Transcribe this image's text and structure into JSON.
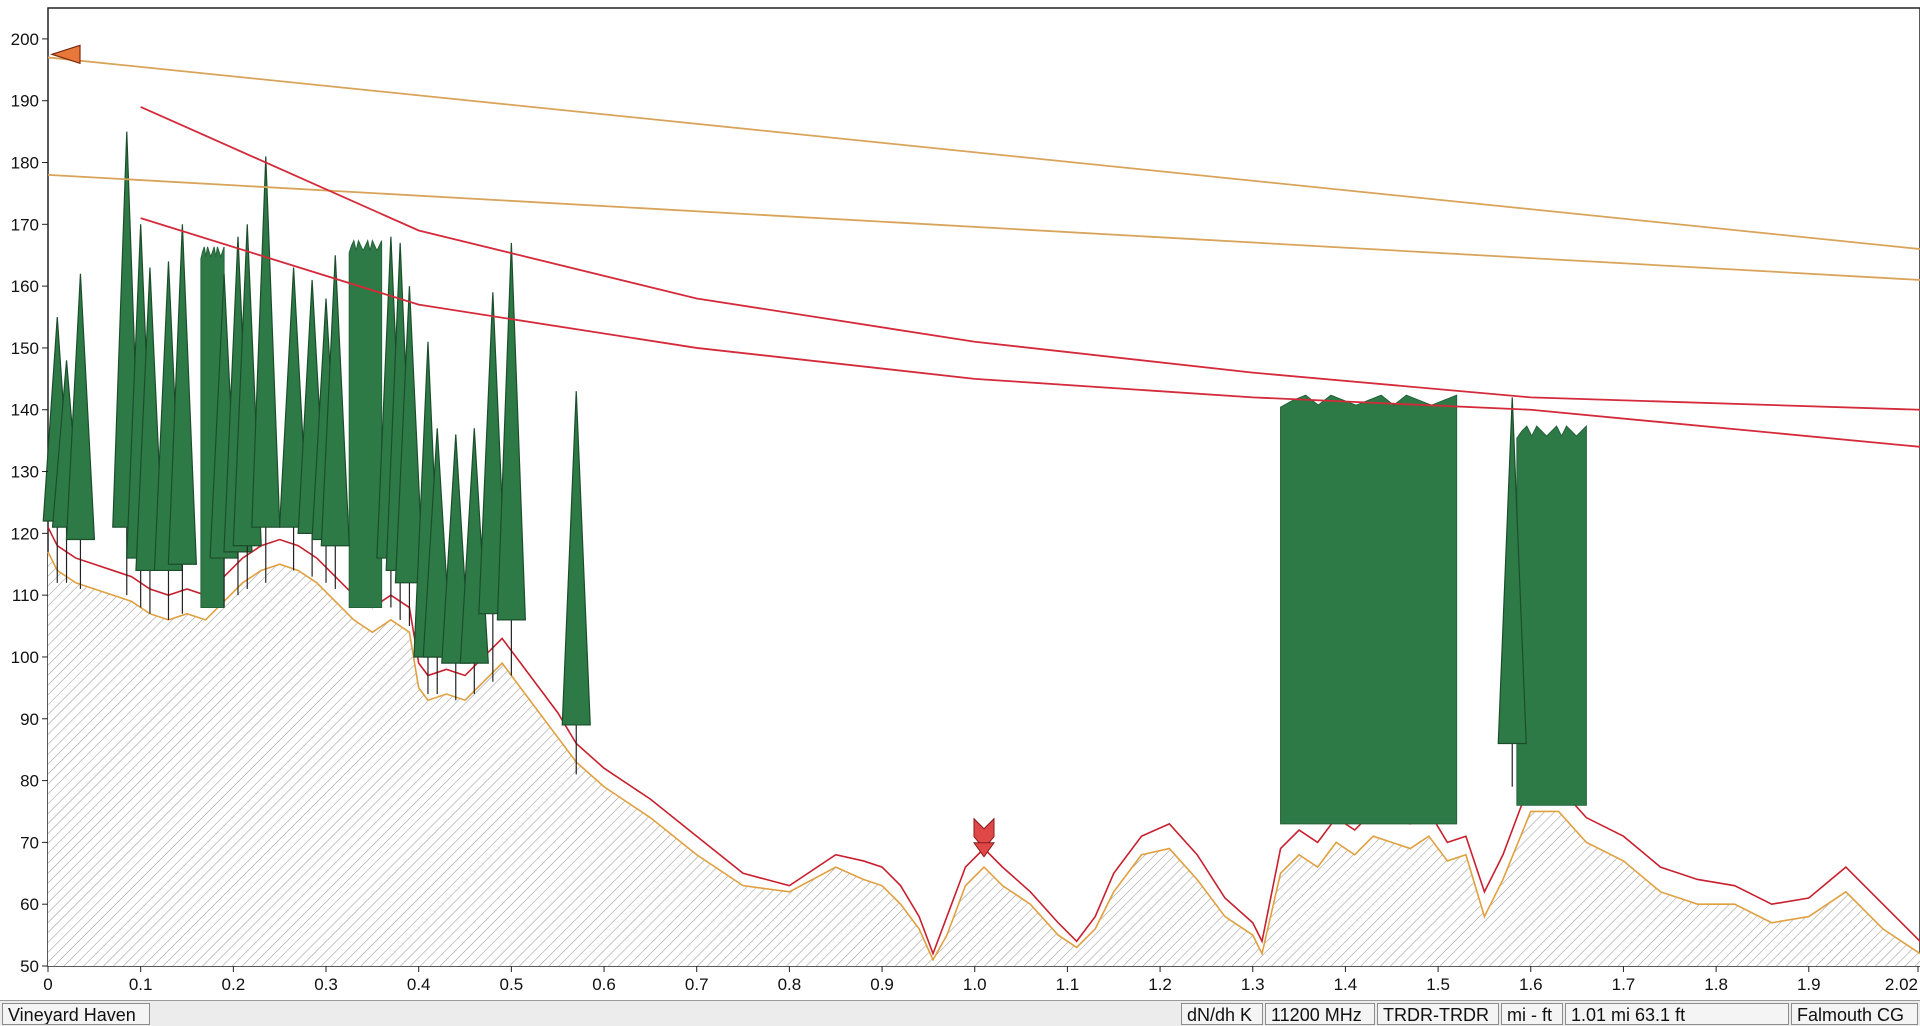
{
  "chart_data": {
    "type": "profile",
    "xlim": [
      0,
      2.02
    ],
    "ylim": [
      50,
      205
    ],
    "x_ticks": [
      "0",
      "0.1",
      "0.2",
      "0.3",
      "0.4",
      "0.5",
      "0.6",
      "0.7",
      "0.8",
      "0.9",
      "1.0",
      "1.1",
      "1.2",
      "1.3",
      "1.4",
      "1.5",
      "1.6",
      "1.7",
      "1.8",
      "1.9",
      "2.02"
    ],
    "y_ticks": [
      "50",
      "60",
      "70",
      "80",
      "90",
      "100",
      "110",
      "120",
      "130",
      "140",
      "150",
      "160",
      "170",
      "180",
      "190",
      "200"
    ],
    "x_tick_values": [
      0,
      0.1,
      0.2,
      0.3,
      0.4,
      0.5,
      0.6,
      0.7,
      0.8,
      0.9,
      1.0,
      1.1,
      1.2,
      1.3,
      1.4,
      1.5,
      1.6,
      1.7,
      1.8,
      1.9,
      2.02
    ],
    "y_tick_values": [
      50,
      60,
      70,
      80,
      90,
      100,
      110,
      120,
      130,
      140,
      150,
      160,
      170,
      180,
      190,
      200
    ],
    "terrain": {
      "x": [
        0,
        0.01,
        0.03,
        0.05,
        0.07,
        0.09,
        0.11,
        0.13,
        0.15,
        0.17,
        0.19,
        0.21,
        0.23,
        0.25,
        0.27,
        0.29,
        0.31,
        0.33,
        0.35,
        0.37,
        0.39,
        0.4,
        0.41,
        0.43,
        0.45,
        0.47,
        0.49,
        0.51,
        0.53,
        0.55,
        0.57,
        0.6,
        0.65,
        0.7,
        0.75,
        0.8,
        0.85,
        0.88,
        0.9,
        0.92,
        0.94,
        0.955,
        0.97,
        0.99,
        1.01,
        1.03,
        1.06,
        1.09,
        1.11,
        1.13,
        1.15,
        1.18,
        1.21,
        1.24,
        1.27,
        1.3,
        1.31,
        1.33,
        1.35,
        1.37,
        1.39,
        1.41,
        1.43,
        1.45,
        1.47,
        1.49,
        1.51,
        1.53,
        1.55,
        1.57,
        1.6,
        1.63,
        1.66,
        1.7,
        1.74,
        1.78,
        1.82,
        1.86,
        1.9,
        1.94,
        1.98,
        2.02
      ],
      "y": [
        117,
        114,
        112,
        111,
        110,
        109,
        107,
        106,
        107,
        106,
        109,
        112,
        114,
        115,
        114,
        112,
        109,
        106,
        104,
        106,
        104,
        95,
        93,
        94,
        93,
        96,
        99,
        95,
        91,
        87,
        83,
        79,
        74,
        68,
        63,
        62,
        66,
        64,
        63,
        60,
        56,
        51,
        55,
        63,
        66,
        63,
        60,
        55,
        53,
        56,
        62,
        68,
        69,
        64,
        58,
        55,
        52,
        65,
        68,
        66,
        70,
        68,
        71,
        70,
        69,
        71,
        67,
        68,
        58,
        64,
        75,
        75,
        70,
        67,
        62,
        60,
        60,
        57,
        58,
        62,
        56,
        52
      ],
      "curve_y": [
        121,
        118,
        116,
        115,
        114,
        113,
        111,
        110,
        111,
        110,
        113,
        116,
        118,
        119,
        118,
        116,
        113,
        110,
        108,
        110,
        108,
        99,
        97,
        98,
        97,
        100,
        103,
        99,
        95,
        91,
        86,
        82,
        77,
        71,
        65,
        63,
        68,
        67,
        66,
        63,
        58,
        52,
        58,
        66,
        69,
        66,
        62,
        57,
        54,
        58,
        65,
        71,
        73,
        68,
        61,
        57,
        54,
        69,
        72,
        70,
        74,
        72,
        75,
        74,
        73,
        75,
        70,
        71,
        62,
        68,
        80,
        79,
        74,
        71,
        66,
        64,
        63,
        60,
        61,
        66,
        60,
        54
      ]
    },
    "tree_groups": [
      {
        "x0": 0.165,
        "x1": 0.19,
        "base": 108,
        "top": 167
      },
      {
        "x0": 0.325,
        "x1": 0.36,
        "base": 108,
        "top": 168
      },
      {
        "x0": 1.33,
        "x1": 1.52,
        "base": 73,
        "top": 143
      },
      {
        "x0": 1.585,
        "x1": 1.66,
        "base": 76,
        "top": 138
      }
    ],
    "trees": [
      {
        "x": 0.01,
        "top": 155,
        "base": 122,
        "h": 112
      },
      {
        "x": 0.02,
        "top": 148,
        "base": 121,
        "h": 112
      },
      {
        "x": 0.035,
        "top": 162,
        "base": 119,
        "h": 111
      },
      {
        "x": 0.085,
        "top": 185,
        "base": 121,
        "h": 110
      },
      {
        "x": 0.1,
        "top": 170,
        "base": 116,
        "h": 108
      },
      {
        "x": 0.11,
        "top": 163,
        "base": 114,
        "h": 107
      },
      {
        "x": 0.13,
        "top": 164,
        "base": 114,
        "h": 106
      },
      {
        "x": 0.145,
        "top": 170,
        "base": 115,
        "h": 107
      },
      {
        "x": 0.19,
        "top": 162,
        "base": 116,
        "h": 108
      },
      {
        "x": 0.205,
        "top": 168,
        "base": 117,
        "h": 110
      },
      {
        "x": 0.215,
        "top": 170,
        "base": 118,
        "h": 111
      },
      {
        "x": 0.235,
        "top": 181,
        "base": 121,
        "h": 112
      },
      {
        "x": 0.265,
        "top": 163,
        "base": 121,
        "h": 114
      },
      {
        "x": 0.285,
        "top": 161,
        "base": 120,
        "h": 113
      },
      {
        "x": 0.3,
        "top": 158,
        "base": 119,
        "h": 112
      },
      {
        "x": 0.31,
        "top": 165,
        "base": 118,
        "h": 111
      },
      {
        "x": 0.37,
        "top": 168,
        "base": 116,
        "h": 108
      },
      {
        "x": 0.38,
        "top": 167,
        "base": 114,
        "h": 106
      },
      {
        "x": 0.39,
        "top": 160,
        "base": 112,
        "h": 105
      },
      {
        "x": 0.41,
        "top": 151,
        "base": 100,
        "h": 94
      },
      {
        "x": 0.42,
        "top": 137,
        "base": 100,
        "h": 94
      },
      {
        "x": 0.44,
        "top": 136,
        "base": 99,
        "h": 93
      },
      {
        "x": 0.46,
        "top": 137,
        "base": 99,
        "h": 94
      },
      {
        "x": 0.48,
        "top": 159,
        "base": 107,
        "h": 96
      },
      {
        "x": 0.5,
        "top": 167,
        "base": 106,
        "h": 97
      },
      {
        "x": 0.57,
        "top": 143,
        "base": 89,
        "h": 81
      },
      {
        "x": 1.58,
        "top": 142,
        "base": 86,
        "h": 79
      }
    ],
    "lines": [
      {
        "name": "",
        "color": "#d9a35a",
        "x": [
          0,
          2.02
        ],
        "y": [
          197,
          166
        ]
      },
      {
        "name": "",
        "color": "#d9a35a",
        "x": [
          0,
          2.02
        ],
        "y": [
          178,
          161
        ]
      },
      {
        "name": "",
        "color": "#d42a3a",
        "x": [
          0.1,
          0.4,
          0.7,
          1.0,
          1.3,
          1.6,
          2.02
        ],
        "y": [
          189,
          169,
          158,
          151,
          146,
          142,
          140
        ]
      },
      {
        "name": "",
        "color": "#d42a3a",
        "x": [
          0.1,
          0.4,
          0.7,
          1.0,
          1.3,
          1.6,
          2.02
        ],
        "y": [
          171,
          157,
          150,
          145,
          142,
          140,
          134
        ]
      }
    ],
    "left_marker": {
      "x": 0.0,
      "y": 197.5
    },
    "mid_marker": {
      "x": 1.01,
      "y": 68
    },
    "left_label": "Vineyard Haven",
    "right_label": "Falmouth CG",
    "grid": false,
    "legend": "none"
  },
  "statusbar": {
    "left_site": "Vineyard Haven",
    "refraction": "dN/dh K",
    "frequency": "11200 MHz",
    "mode": "TRDR-TRDR",
    "units": "mi - ft",
    "cursor": "1.01 mi 63.1 ft",
    "right_site": "Falmouth CG"
  }
}
